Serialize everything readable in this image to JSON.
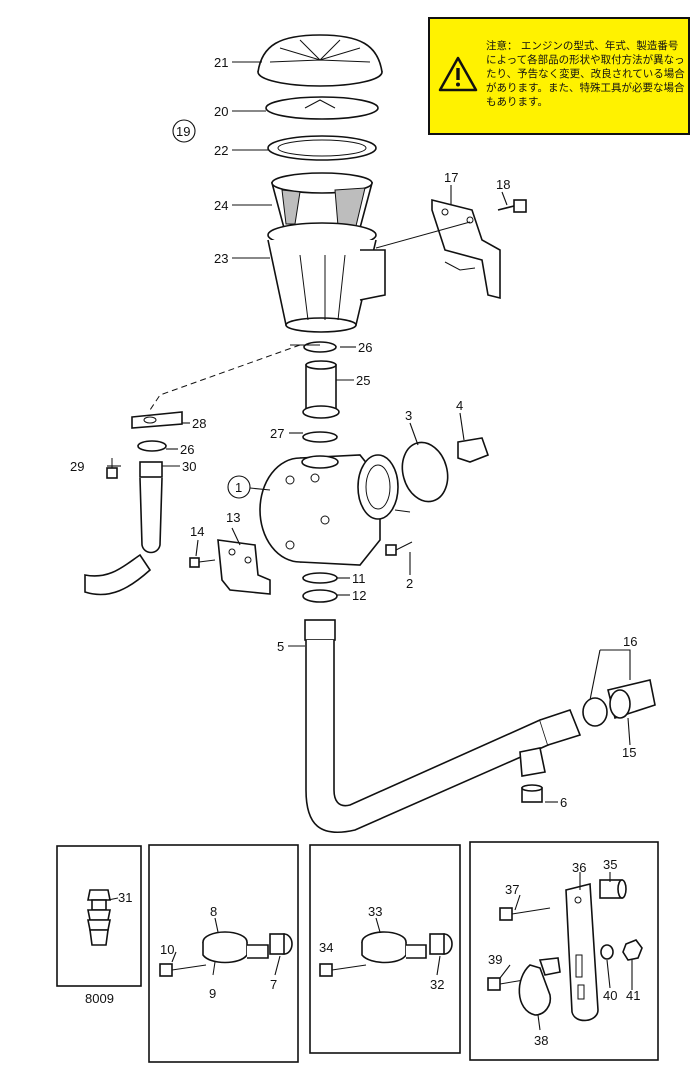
{
  "notice": {
    "text": "注意： エンジンの型式、年式、製造番号によって各部品の形状や取付方法が異なったり、予告なく変更、改良されている場合があります。また、特殊工具が必要な場合もあります。",
    "icon": "warning-triangle-icon",
    "background_color": "#fff200"
  },
  "callouts": {
    "c1": "1",
    "c2": "2",
    "c3": "3",
    "c4": "4",
    "c5": "5",
    "c6": "6",
    "c7": "7",
    "c8": "8",
    "c9": "9",
    "c10": "10",
    "c11": "11",
    "c12": "12",
    "c13": "13",
    "c14": "14",
    "c15": "15",
    "c16": "16",
    "c17": "17",
    "c18": "18",
    "c19": "19",
    "c20": "20",
    "c21": "21",
    "c22": "22",
    "c23": "23",
    "c24": "24",
    "c25": "25",
    "c26a": "26",
    "c26b": "26",
    "c27": "27",
    "c28": "28",
    "c29": "29",
    "c30": "30",
    "c31": "31",
    "c32": "32",
    "c33": "33",
    "c34": "34",
    "c35": "35",
    "c36": "36",
    "c37": "37",
    "c38": "38",
    "c39": "39",
    "c40": "40",
    "c41": "41"
  },
  "inset_caption": "8009"
}
